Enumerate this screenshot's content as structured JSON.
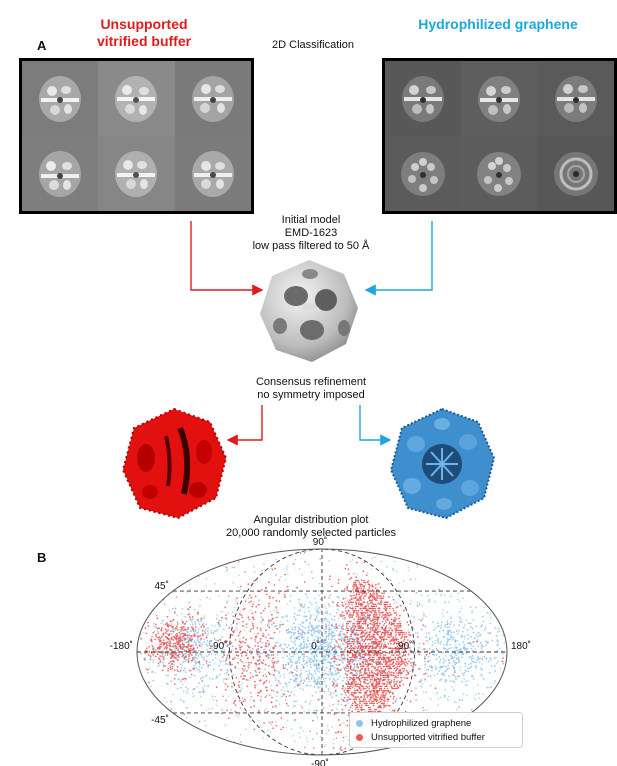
{
  "panel_a": {
    "letter": "A",
    "left_title_line1": "Unsupported",
    "left_title_line2": "vitrified buffer",
    "right_title": "Hydrophilized graphene",
    "classification_label": "2D Classification",
    "initial_model_line1": "Initial model",
    "initial_model_line2": "EMD-1623",
    "initial_model_line3": "low pass filtered to 50 Å",
    "consensus_line1": "Consensus refinement",
    "consensus_line2": "no symmetry imposed"
  },
  "panel_b": {
    "letter": "B",
    "title_line1": "Angular distribution plot",
    "title_line2": "20,000 randomly selected particles"
  },
  "colors": {
    "red": "#e01b1b",
    "blue": "#1ba7de",
    "graphene_dots": "#8ec5ea",
    "buffer_dots": "#ef5a5a"
  },
  "chart_data": {
    "type": "scatter",
    "projection": "mollweide",
    "x_ticks": [
      "-180˚",
      "-90˚",
      "0˚",
      "90˚",
      "180˚"
    ],
    "y_ticks": [
      "90˚",
      "45˚",
      "-45˚",
      "-90˚"
    ],
    "xlim": [
      -180,
      180
    ],
    "ylim": [
      -90,
      90
    ],
    "grid": true,
    "legend_position": "bottom-right",
    "series": [
      {
        "name": "Hydrophilized graphene",
        "color": "#8ec5ea",
        "clusters": [
          {
            "lon": 0,
            "lat": 0,
            "spread_lon": 30,
            "spread_lat": 17
          },
          {
            "lon": -128,
            "lat": 2,
            "spread_lon": 20,
            "spread_lat": 13
          },
          {
            "lon": 130,
            "lat": 0,
            "spread_lon": 22,
            "spread_lat": 14
          }
        ]
      },
      {
        "name": "Unsupported vitrified buffer",
        "color": "#ef5a5a",
        "clusters": [
          {
            "lon": 52,
            "lat": 0,
            "spread_lon": 20,
            "spread_lat": 26
          },
          {
            "lon": -70,
            "lat": 0,
            "spread_lon": 20,
            "spread_lat": 25
          },
          {
            "lon": -145,
            "lat": 5,
            "spread_lon": 14,
            "spread_lat": 10
          }
        ]
      }
    ]
  }
}
